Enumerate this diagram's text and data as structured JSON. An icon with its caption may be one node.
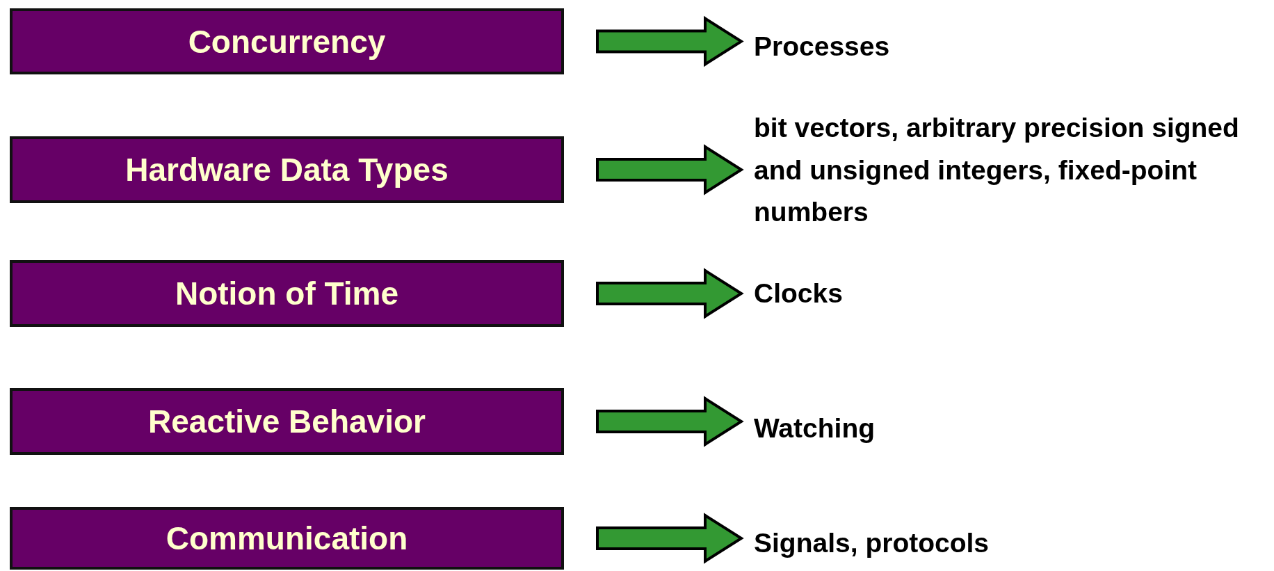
{
  "diagram": {
    "nodes": [
      {
        "text": [
          "Concurrency"
        ]
      },
      {
        "text": [
          "Hardware Data Types"
        ]
      },
      {
        "text": [
          "Notion of Time"
        ]
      },
      {
        "text": [
          "Reactive Behavior"
        ]
      },
      {
        "text": [
          "Communication"
        ]
      },
      {
        "text": [
          "Processes"
        ]
      },
      {
        "text": [
          "bit vectors, arbitrary precision signed and unsigned integers, fixed-point numbers"
        ]
      },
      {
        "text": [
          "Clocks"
        ]
      },
      {
        "text": [
          "Watching"
        ]
      },
      {
        "text": [
          "Signals, protocols"
        ]
      }
    ],
    "edges": [
      {
        "from": 0,
        "to": 5,
        "arrow": "to"
      },
      {
        "from": 1,
        "to": 6,
        "arrow": "to"
      },
      {
        "from": 2,
        "to": 7,
        "arrow": "to"
      },
      {
        "from": 3,
        "to": 8,
        "arrow": "to"
      },
      {
        "from": 4,
        "to": 9,
        "arrow": "to"
      }
    ]
  }
}
